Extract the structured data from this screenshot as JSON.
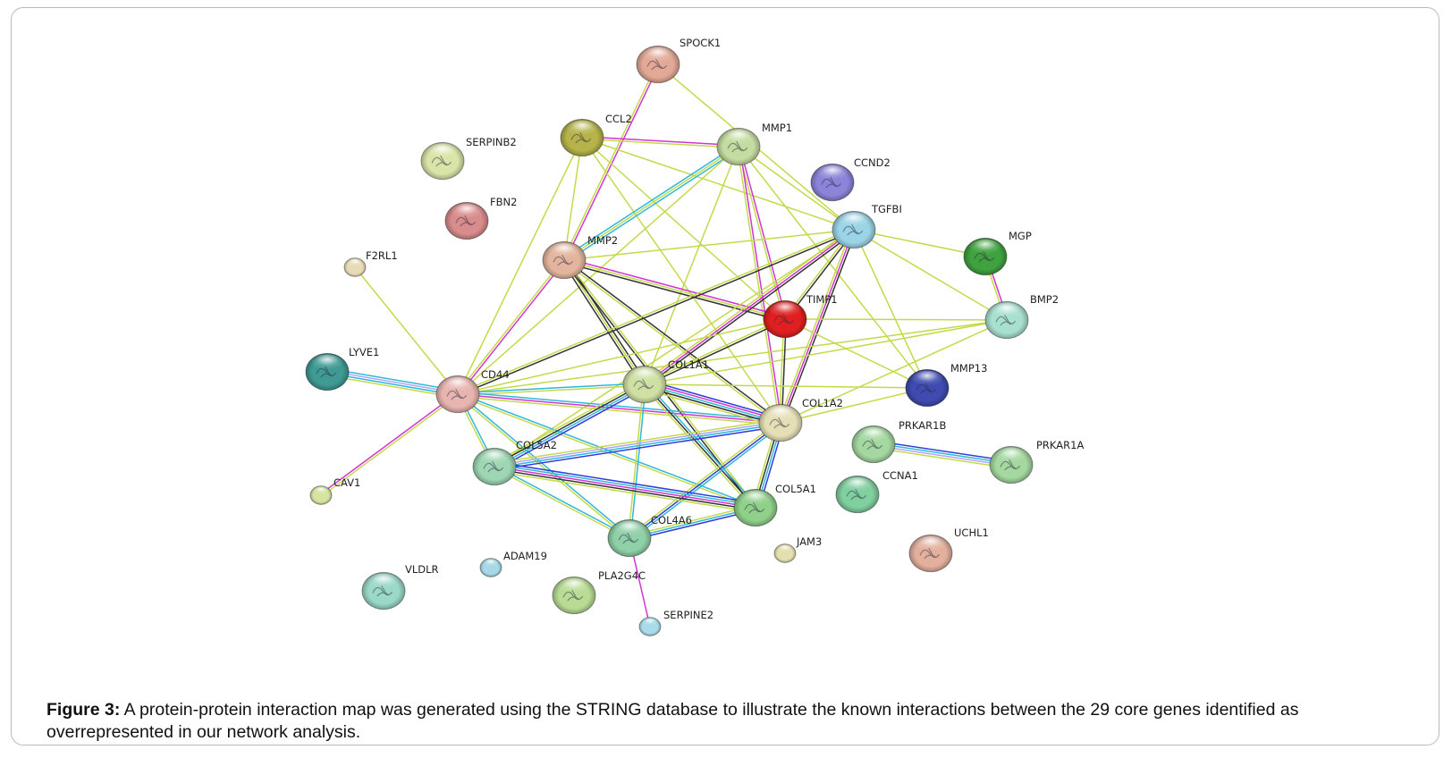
{
  "figure": {
    "caption_label": "Figure 3:",
    "caption_text": " A protein-protein interaction map was generated using the STRING database to illustrate the known interactions between the 29 core genes identified as overrepresented in our network analysis."
  },
  "colors": {
    "textmining": "#c4d94a",
    "experiments": "#d234d2",
    "databases": "#2fb8d8",
    "coexpression": "#333333",
    "neighborhood": "#2f3ed8",
    "homology": "#b0a3ff"
  },
  "nodes": [
    {
      "id": "SPOCK1",
      "label": "SPOCK1",
      "color": "#e3a996",
      "icon": "protein-structure-icon"
    },
    {
      "id": "CCL2",
      "label": "CCL2",
      "color": "#b5b34a",
      "icon": "protein-structure-icon"
    },
    {
      "id": "MMP1",
      "label": "MMP1",
      "color": "#c4dba1",
      "icon": "protein-structure-icon"
    },
    {
      "id": "SERPINB2",
      "label": "SERPINB2",
      "color": "#d9e4a8",
      "icon": "protein-structure-icon"
    },
    {
      "id": "CCND2",
      "label": "CCND2",
      "color": "#8b84d9",
      "icon": "protein-structure-icon"
    },
    {
      "id": "FBN2",
      "label": "FBN2",
      "color": "#d98c8c",
      "icon": "protein-structure-icon"
    },
    {
      "id": "TGFBI",
      "label": "TGFBI",
      "color": "#9ad4e6",
      "icon": "protein-structure-icon"
    },
    {
      "id": "MGP",
      "label": "MGP",
      "color": "#3fa23f",
      "icon": "protein-structure-icon"
    },
    {
      "id": "MMP2",
      "label": "MMP2",
      "color": "#e3b59e",
      "icon": "protein-structure-icon"
    },
    {
      "id": "F2RL1",
      "label": "F2RL1",
      "color": "#e8dcb8",
      "icon": "protein-structure-icon"
    },
    {
      "id": "BMP2",
      "label": "BMP2",
      "color": "#a8e0d0",
      "icon": "protein-structure-icon"
    },
    {
      "id": "TIMP1",
      "label": "TIMP1",
      "color": "#e02020",
      "icon": "protein-structure-icon"
    },
    {
      "id": "LYVE1",
      "label": "LYVE1",
      "color": "#3f9a94",
      "icon": "protein-structure-icon"
    },
    {
      "id": "COL1A1",
      "label": "COL1A1",
      "color": "#cfe0a4",
      "icon": "protein-structure-icon"
    },
    {
      "id": "MMP13",
      "label": "MMP13",
      "color": "#3f4bb0",
      "icon": "protein-structure-icon"
    },
    {
      "id": "CD44",
      "label": "CD44",
      "color": "#e8b4b0",
      "icon": "protein-structure-icon"
    },
    {
      "id": "COL1A2",
      "label": "COL1A2",
      "color": "#e5dfb5",
      "icon": "protein-structure-icon"
    },
    {
      "id": "PRKAR1B",
      "label": "PRKAR1B",
      "color": "#a4d8a0",
      "icon": "protein-structure-icon"
    },
    {
      "id": "PRKAR1A",
      "label": "PRKAR1A",
      "color": "#a4d8a0",
      "icon": "protein-structure-icon"
    },
    {
      "id": "COL5A2",
      "label": "COL5A2",
      "color": "#9ed6b4",
      "icon": "protein-structure-icon"
    },
    {
      "id": "CCNA1",
      "label": "CCNA1",
      "color": "#7fcf9f",
      "icon": "protein-structure-icon"
    },
    {
      "id": "CAV1",
      "label": "CAV1",
      "color": "#d5e4a0",
      "icon": "protein-structure-icon"
    },
    {
      "id": "COL5A1",
      "label": "COL5A1",
      "color": "#8fd08a",
      "icon": "protein-structure-icon"
    },
    {
      "id": "COL4A6",
      "label": "COL4A6",
      "color": "#8fd0a8",
      "icon": "protein-structure-icon"
    },
    {
      "id": "UCHL1",
      "label": "UCHL1",
      "color": "#e3b09e",
      "icon": "protein-structure-icon"
    },
    {
      "id": "JAM3",
      "label": "JAM3",
      "color": "#e3dfb0",
      "icon": "protein-structure-icon"
    },
    {
      "id": "ADAM19",
      "label": "ADAM19",
      "color": "#a8d8e8",
      "icon": "protein-structure-icon"
    },
    {
      "id": "VLDLR",
      "label": "VLDLR",
      "color": "#9ad8c8",
      "icon": "protein-structure-icon"
    },
    {
      "id": "PLA2G4C",
      "label": "PLA2G4C",
      "color": "#b8dc94",
      "icon": "protein-structure-icon"
    },
    {
      "id": "SERPINE2",
      "label": "SERPINE2",
      "color": "#a8dce8",
      "icon": "protein-structure-icon"
    }
  ],
  "edges": [
    {
      "a": "SPOCK1",
      "b": "MMP2",
      "types": [
        "experiments",
        "textmining"
      ]
    },
    {
      "a": "SPOCK1",
      "b": "TGFBI",
      "types": [
        "textmining"
      ]
    },
    {
      "a": "CCL2",
      "b": "MMP1",
      "types": [
        "experiments",
        "textmining"
      ]
    },
    {
      "a": "CCL2",
      "b": "MMP2",
      "types": [
        "textmining"
      ]
    },
    {
      "a": "CCL2",
      "b": "CD44",
      "types": [
        "textmining"
      ]
    },
    {
      "a": "CCL2",
      "b": "TIMP1",
      "types": [
        "textmining"
      ]
    },
    {
      "a": "CCL2",
      "b": "TGFBI",
      "types": [
        "textmining"
      ]
    },
    {
      "a": "CCL2",
      "b": "COL1A2",
      "types": [
        "textmining"
      ]
    },
    {
      "a": "MMP1",
      "b": "MMP2",
      "types": [
        "databases",
        "textmining",
        "databases"
      ]
    },
    {
      "a": "MMP1",
      "b": "TIMP1",
      "types": [
        "experiments",
        "textmining"
      ]
    },
    {
      "a": "MMP1",
      "b": "COL1A1",
      "types": [
        "textmining"
      ]
    },
    {
      "a": "MMP1",
      "b": "COL1A2",
      "types": [
        "experiments",
        "textmining"
      ]
    },
    {
      "a": "MMP1",
      "b": "CD44",
      "types": [
        "textmining"
      ]
    },
    {
      "a": "MMP1",
      "b": "TGFBI",
      "types": [
        "textmining"
      ]
    },
    {
      "a": "MMP1",
      "b": "MMP13",
      "types": [
        "textmining"
      ]
    },
    {
      "a": "MMP2",
      "b": "TIMP1",
      "types": [
        "experiments",
        "textmining",
        "coexpression"
      ]
    },
    {
      "a": "MMP2",
      "b": "COL1A1",
      "types": [
        "coexpression",
        "textmining",
        "coexpression"
      ]
    },
    {
      "a": "MMP2",
      "b": "COL1A2",
      "types": [
        "coexpression",
        "textmining"
      ]
    },
    {
      "a": "MMP2",
      "b": "CD44",
      "types": [
        "experiments",
        "textmining"
      ]
    },
    {
      "a": "MMP2",
      "b": "TGFBI",
      "types": [
        "textmining"
      ]
    },
    {
      "a": "MMP2",
      "b": "COL5A1",
      "types": [
        "textmining",
        "coexpression"
      ]
    },
    {
      "a": "TGFBI",
      "b": "MGP",
      "types": [
        "textmining"
      ]
    },
    {
      "a": "TGFBI",
      "b": "BMP2",
      "types": [
        "textmining"
      ]
    },
    {
      "a": "TGFBI",
      "b": "TIMP1",
      "types": [
        "coexpression",
        "textmining"
      ]
    },
    {
      "a": "TGFBI",
      "b": "COL1A1",
      "types": [
        "coexpression",
        "experiments",
        "textmining"
      ]
    },
    {
      "a": "TGFBI",
      "b": "COL1A2",
      "types": [
        "coexpression",
        "experiments",
        "textmining"
      ]
    },
    {
      "a": "TGFBI",
      "b": "CD44",
      "types": [
        "coexpression",
        "textmining"
      ]
    },
    {
      "a": "TGFBI",
      "b": "MMP13",
      "types": [
        "textmining"
      ]
    },
    {
      "a": "TGFBI",
      "b": "COL5A2",
      "types": [
        "textmining"
      ]
    },
    {
      "a": "MGP",
      "b": "BMP2",
      "types": [
        "experiments",
        "textmining"
      ]
    },
    {
      "a": "BMP2",
      "b": "TIMP1",
      "types": [
        "textmining"
      ]
    },
    {
      "a": "BMP2",
      "b": "COL1A1",
      "types": [
        "textmining"
      ]
    },
    {
      "a": "BMP2",
      "b": "COL1A2",
      "types": [
        "textmining"
      ]
    },
    {
      "a": "BMP2",
      "b": "CD44",
      "types": [
        "textmining"
      ]
    },
    {
      "a": "TIMP1",
      "b": "COL1A1",
      "types": [
        "coexpression",
        "textmining"
      ]
    },
    {
      "a": "TIMP1",
      "b": "COL1A2",
      "types": [
        "coexpression",
        "textmining"
      ]
    },
    {
      "a": "TIMP1",
      "b": "CD44",
      "types": [
        "textmining"
      ]
    },
    {
      "a": "TIMP1",
      "b": "MMP13",
      "types": [
        "textmining"
      ]
    },
    {
      "a": "F2RL1",
      "b": "CD44",
      "types": [
        "textmining"
      ]
    },
    {
      "a": "LYVE1",
      "b": "CD44",
      "types": [
        "databases",
        "homology",
        "databases",
        "textmining"
      ]
    },
    {
      "a": "CAV1",
      "b": "CD44",
      "types": [
        "experiments",
        "textmining"
      ]
    },
    {
      "a": "CD44",
      "b": "COL1A1",
      "types": [
        "databases",
        "textmining"
      ]
    },
    {
      "a": "CD44",
      "b": "COL1A2",
      "types": [
        "databases",
        "experiments",
        "textmining"
      ]
    },
    {
      "a": "CD44",
      "b": "COL5A2",
      "types": [
        "databases",
        "textmining"
      ]
    },
    {
      "a": "CD44",
      "b": "COL5A1",
      "types": [
        "databases",
        "textmining"
      ]
    },
    {
      "a": "CD44",
      "b": "COL4A6",
      "types": [
        "databases",
        "textmining"
      ]
    },
    {
      "a": "COL1A1",
      "b": "COL1A2",
      "types": [
        "neighborhood",
        "experiments",
        "databases",
        "coexpression",
        "textmining"
      ]
    },
    {
      "a": "COL1A1",
      "b": "COL5A2",
      "types": [
        "neighborhood",
        "databases",
        "coexpression",
        "textmining"
      ]
    },
    {
      "a": "COL1A1",
      "b": "COL5A1",
      "types": [
        "databases",
        "coexpression",
        "textmining"
      ]
    },
    {
      "a": "COL1A1",
      "b": "COL4A6",
      "types": [
        "databases",
        "textmining"
      ]
    },
    {
      "a": "COL1A1",
      "b": "MMP13",
      "types": [
        "textmining"
      ]
    },
    {
      "a": "COL1A2",
      "b": "COL5A2",
      "types": [
        "neighborhood",
        "databases",
        "homology",
        "textmining"
      ]
    },
    {
      "a": "COL1A2",
      "b": "COL5A1",
      "types": [
        "neighborhood",
        "databases",
        "coexpression",
        "textmining"
      ]
    },
    {
      "a": "COL1A2",
      "b": "COL4A6",
      "types": [
        "databases",
        "neighborhood",
        "textmining"
      ]
    },
    {
      "a": "COL1A2",
      "b": "MMP13",
      "types": [
        "textmining"
      ]
    },
    {
      "a": "COL5A2",
      "b": "COL5A1",
      "types": [
        "neighborhood",
        "databases",
        "experiments",
        "coexpression",
        "textmining"
      ]
    },
    {
      "a": "COL5A2",
      "b": "COL4A6",
      "types": [
        "databases",
        "textmining"
      ]
    },
    {
      "a": "COL5A1",
      "b": "COL4A6",
      "types": [
        "neighborhood",
        "databases",
        "textmining"
      ]
    },
    {
      "a": "COL4A6",
      "b": "SERPINE2",
      "types": [
        "experiments"
      ]
    },
    {
      "a": "PRKAR1B",
      "b": "PRKAR1A",
      "types": [
        "neighborhood",
        "databases",
        "homology",
        "textmining"
      ]
    }
  ]
}
